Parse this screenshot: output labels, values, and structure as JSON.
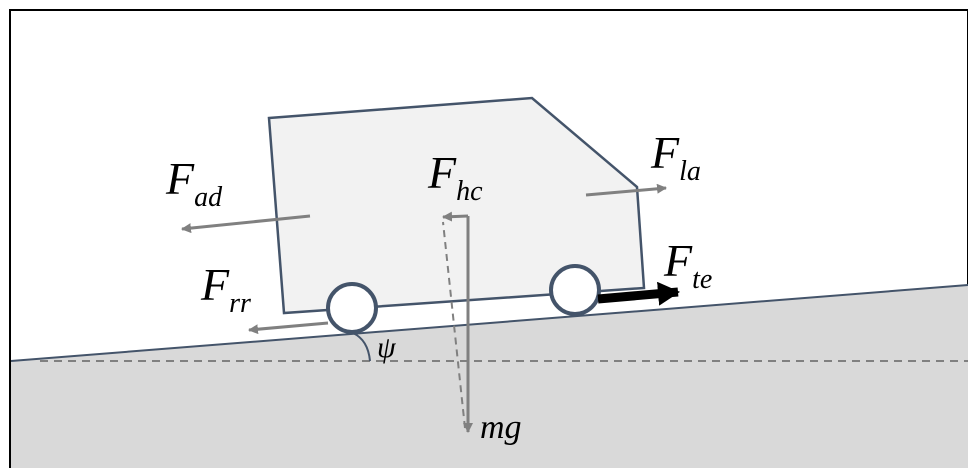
{
  "labels": {
    "f_ad_main": "F",
    "f_ad_sub": "ad",
    "f_hc_main": "F",
    "f_hc_sub": "hc",
    "f_la_main": "F",
    "f_la_sub": "la",
    "f_te_main": "F",
    "f_te_sub": "te",
    "f_rr_main": "F",
    "f_rr_sub": "rr",
    "angle": "ψ",
    "weight": "mg"
  },
  "colors": {
    "ground_fill": "#d9d9d9",
    "body_fill": "#f2f2f2",
    "outline": "#44546a",
    "force_arrow": "#808080",
    "traction_arrow": "#000000",
    "frame": "#000000"
  }
}
